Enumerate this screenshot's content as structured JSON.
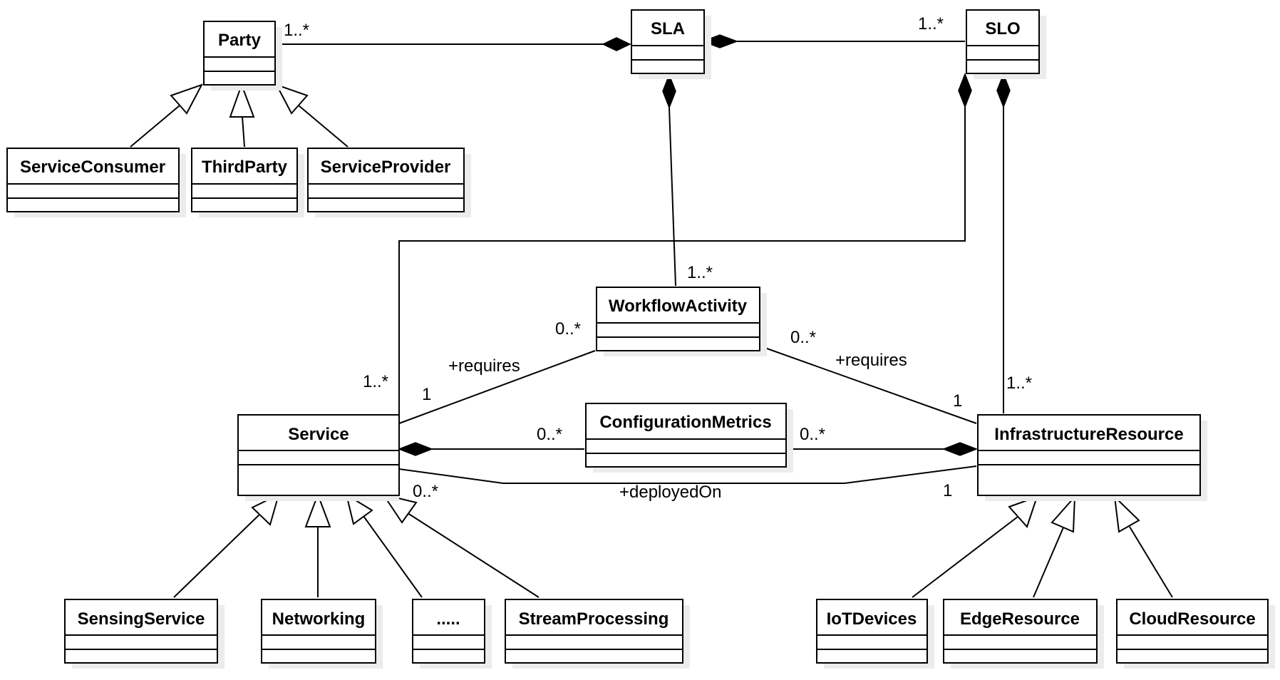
{
  "diagram": {
    "classes": {
      "party": "Party",
      "sla": "SLA",
      "slo": "SLO",
      "service_consumer": "ServiceConsumer",
      "third_party": "ThirdParty",
      "service_provider": "ServiceProvider",
      "workflow_activity": "WorkflowActivity",
      "service": "Service",
      "configuration_metrics": "ConfigurationMetrics",
      "infrastructure_resource": "InfrastructureResource",
      "sensing_service": "SensingService",
      "networking": "Networking",
      "ellipsis": ".....",
      "stream_processing": "StreamProcessing",
      "iot_devices": "IoTDevices",
      "edge_resource": "EdgeResource",
      "cloud_resource": "CloudResource"
    },
    "labels": {
      "party_sla_mult": "1..*",
      "slo_sla_mult": "1..*",
      "sla_workflow_mult": "1..*",
      "slo_service_mult": "1..*",
      "slo_infra_mult": "1..*",
      "wf_service_mult": "0..*",
      "service_wf_mult": "1",
      "service_requires_role": "+requires",
      "wf_infra_mult": "0..*",
      "infra_wf_mult": "1",
      "infra_requires_role": "+requires",
      "cfg_service_mult": "0..*",
      "cfg_infra_mult": "0..*",
      "service_deployed_mult": "0..*",
      "infra_deployed_mult": "1",
      "deployed_on_role": "+deployedOn"
    }
  },
  "colors": {
    "line": "#000000",
    "shadow": "#ececec",
    "fill": "#ffffff"
  }
}
